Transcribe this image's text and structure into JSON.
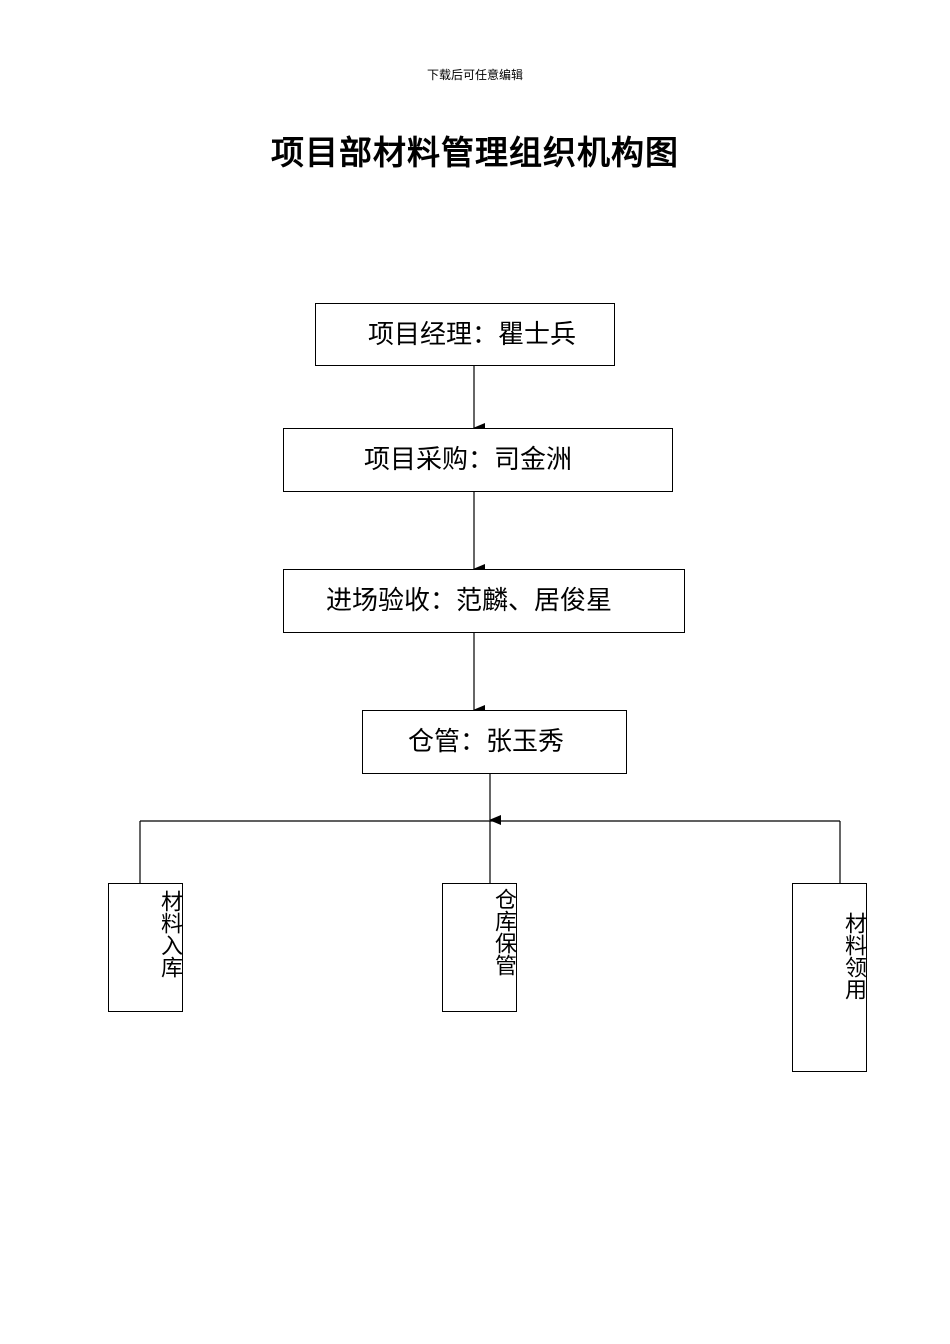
{
  "header_note": "下载后可任意编辑",
  "title": "项目部材料管理组织机构图",
  "nodes": {
    "manager": "项目经理：瞿士兵",
    "purchasing": "项目采购：司金洲",
    "inspection": "进场验收：范麟、居俊星",
    "warehouse_keeper": "仓管：张玉秀"
  },
  "leaves": {
    "storage_in": "材料入库",
    "warehouse_custody": "仓库保管",
    "issue_out": "材料领用"
  }
}
